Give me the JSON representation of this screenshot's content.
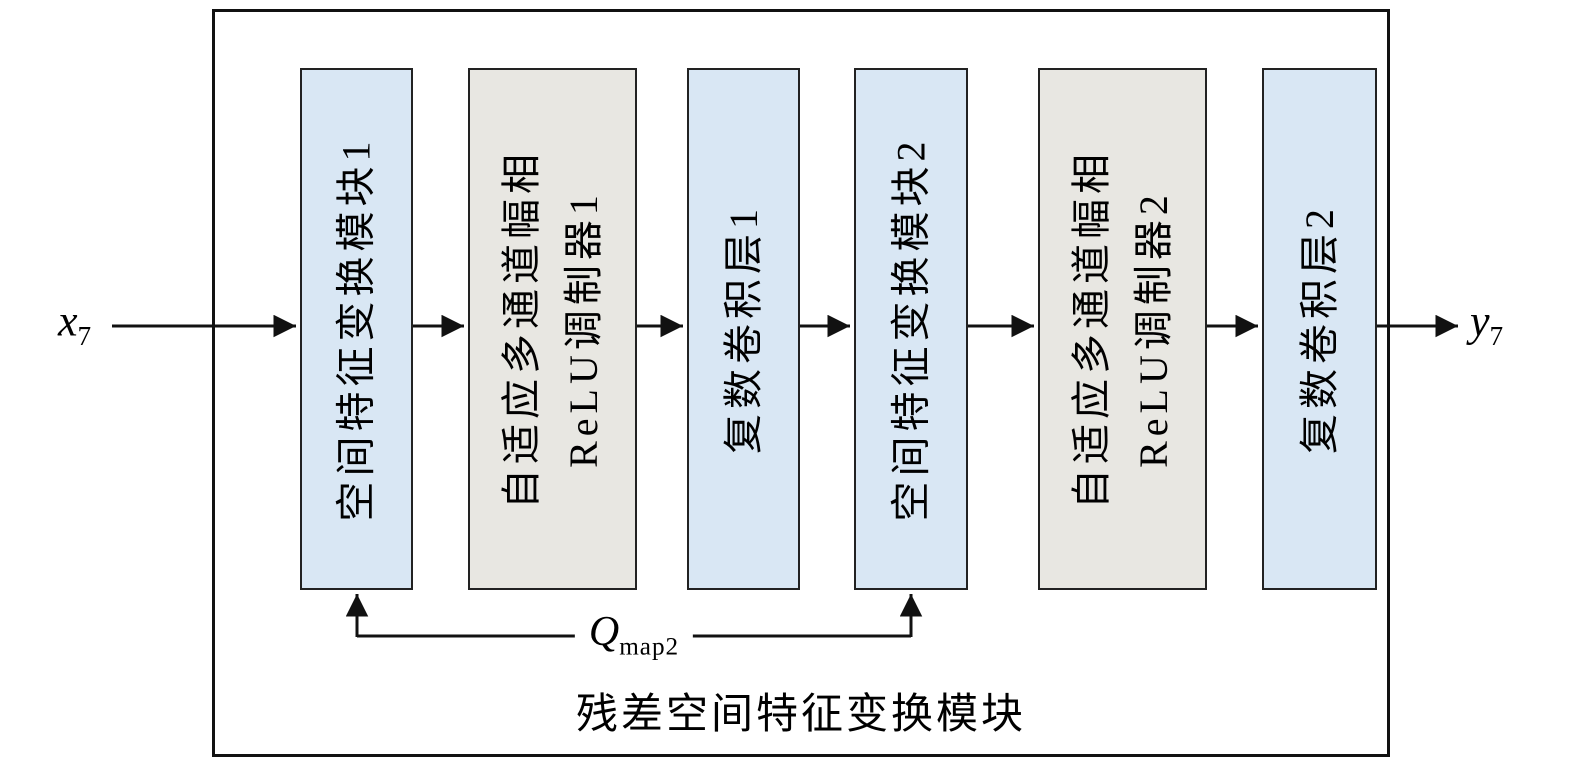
{
  "diagram": {
    "input_label": "x",
    "input_sub": "7",
    "output_label": "y",
    "output_sub": "7",
    "feedback_label": "Q",
    "feedback_sub": "map2",
    "container_title": "残差空间特征变换模块",
    "blocks": [
      {
        "id": "sft-module-1",
        "type": "blue",
        "lines": [
          "空间特征变换模块1"
        ]
      },
      {
        "id": "relu-modulator-1",
        "type": "gray",
        "lines": [
          "自适应多通道幅相",
          "ReLU调制器1"
        ]
      },
      {
        "id": "complex-conv-1",
        "type": "blue",
        "lines": [
          "复数卷积层1"
        ]
      },
      {
        "id": "sft-module-2",
        "type": "blue",
        "lines": [
          "空间特征变换模块2"
        ]
      },
      {
        "id": "relu-modulator-2",
        "type": "gray",
        "lines": [
          "自适应多通道幅相",
          "ReLU调制器2"
        ]
      },
      {
        "id": "complex-conv-2",
        "type": "blue",
        "lines": [
          "复数卷积层2"
        ]
      }
    ],
    "colors": {
      "blue_fill": "#d9e7f4",
      "gray_fill": "#e8e7e2",
      "block_border": "#222222",
      "line": "#111111"
    }
  }
}
